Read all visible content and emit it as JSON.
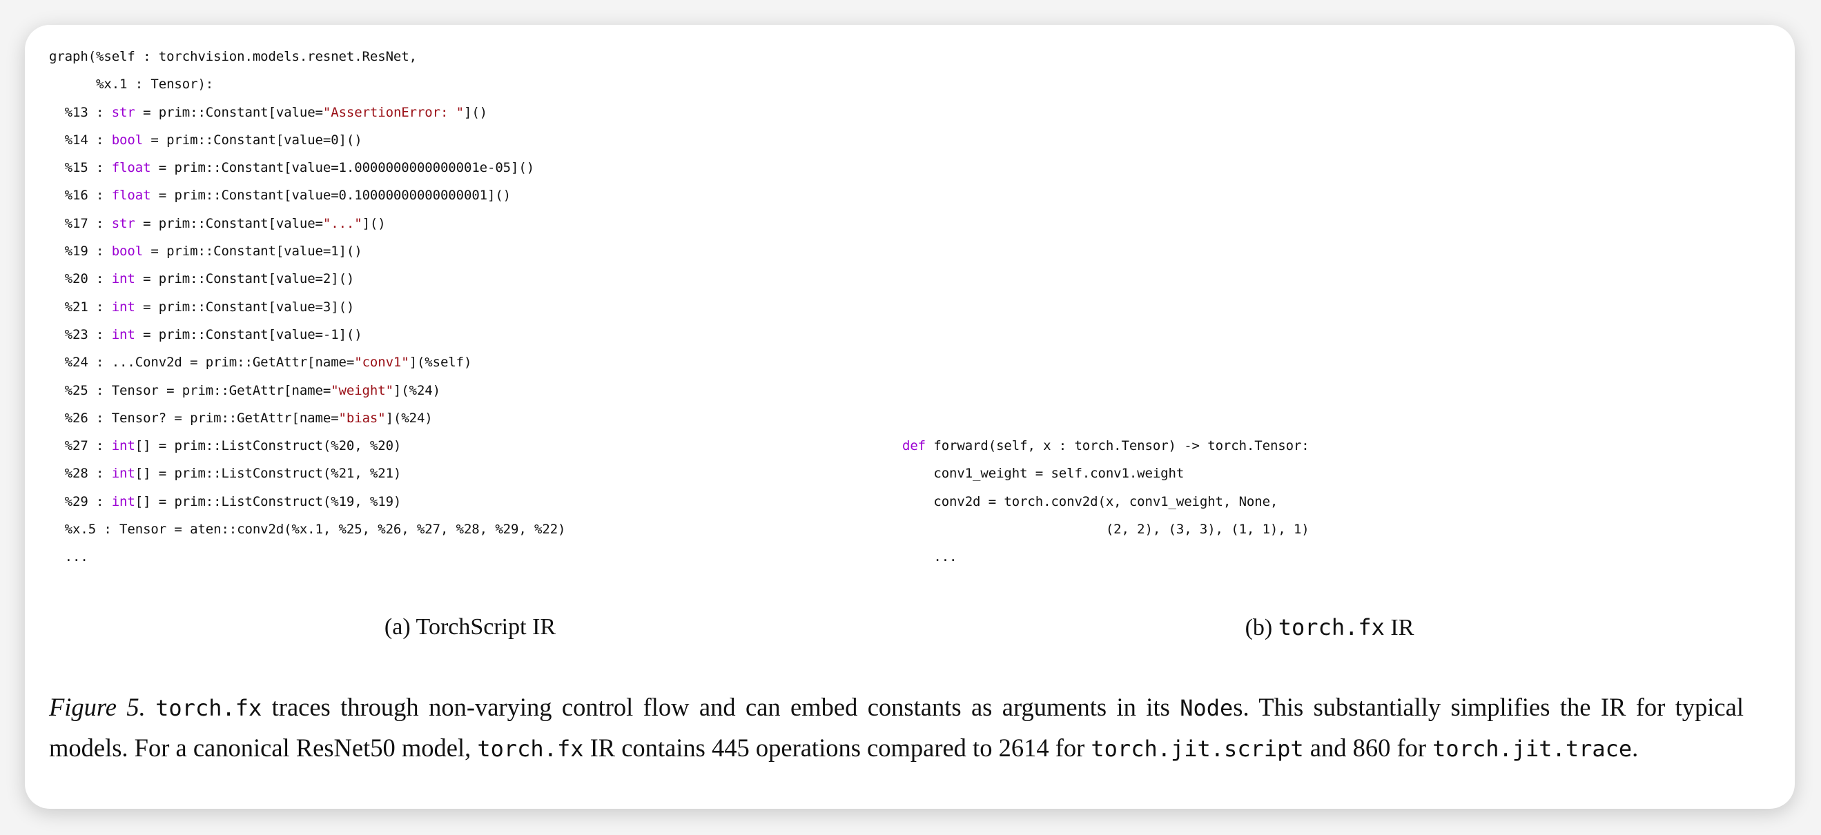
{
  "left_code": [
    [
      [
        "t",
        "graph(%self : torchvision.models.resnet.ResNet,"
      ]
    ],
    [
      [
        "t",
        "      %x.1 : Tensor):"
      ]
    ],
    [
      [
        "t",
        "  %13 : "
      ],
      [
        "k",
        "str"
      ],
      [
        "t",
        " = prim::Constant[value="
      ],
      [
        "s",
        "\"AssertionError: \""
      ],
      [
        "t",
        "]()"
      ]
    ],
    [
      [
        "t",
        "  %14 : "
      ],
      [
        "k",
        "bool"
      ],
      [
        "t",
        " = prim::Constant[value=0]()"
      ]
    ],
    [
      [
        "t",
        "  %15 : "
      ],
      [
        "k",
        "float"
      ],
      [
        "t",
        " = prim::Constant[value=1.0000000000000001e-05]()"
      ]
    ],
    [
      [
        "t",
        "  %16 : "
      ],
      [
        "k",
        "float"
      ],
      [
        "t",
        " = prim::Constant[value=0.10000000000000001]()"
      ]
    ],
    [
      [
        "t",
        "  %17 : "
      ],
      [
        "k",
        "str"
      ],
      [
        "t",
        " = prim::Constant[value="
      ],
      [
        "s",
        "\"...\""
      ],
      [
        "t",
        "]()"
      ]
    ],
    [
      [
        "t",
        "  %19 : "
      ],
      [
        "k",
        "bool"
      ],
      [
        "t",
        " = prim::Constant[value=1]()"
      ]
    ],
    [
      [
        "t",
        "  %20 : "
      ],
      [
        "k",
        "int"
      ],
      [
        "t",
        " = prim::Constant[value=2]()"
      ]
    ],
    [
      [
        "t",
        "  %21 : "
      ],
      [
        "k",
        "int"
      ],
      [
        "t",
        " = prim::Constant[value=3]()"
      ]
    ],
    [
      [
        "t",
        "  %23 : "
      ],
      [
        "k",
        "int"
      ],
      [
        "t",
        " = prim::Constant[value=-1]()"
      ]
    ],
    [
      [
        "t",
        "  %24 : ...Conv2d = prim::GetAttr[name="
      ],
      [
        "s",
        "\"conv1\""
      ],
      [
        "t",
        "](%self)"
      ]
    ],
    [
      [
        "t",
        "  %25 : Tensor = prim::GetAttr[name="
      ],
      [
        "s",
        "\"weight\""
      ],
      [
        "t",
        "](%24)"
      ]
    ],
    [
      [
        "t",
        "  %26 : Tensor? = prim::GetAttr[name="
      ],
      [
        "s",
        "\"bias\""
      ],
      [
        "t",
        "](%24)"
      ]
    ],
    [
      [
        "t",
        "  %27 : "
      ],
      [
        "k",
        "int"
      ],
      [
        "t",
        "[] = prim::ListConstruct(%20, %20)"
      ]
    ],
    [
      [
        "t",
        "  %28 : "
      ],
      [
        "k",
        "int"
      ],
      [
        "t",
        "[] = prim::ListConstruct(%21, %21)"
      ]
    ],
    [
      [
        "t",
        "  %29 : "
      ],
      [
        "k",
        "int"
      ],
      [
        "t",
        "[] = prim::ListConstruct(%19, %19)"
      ]
    ],
    [
      [
        "t",
        "  %x.5 : Tensor = aten::conv2d(%x.1, %25, %26, %27, %28, %29, %22)"
      ]
    ],
    [
      [
        "t",
        "  ..."
      ]
    ]
  ],
  "right_code": [
    [
      [
        "k",
        "def"
      ],
      [
        "t",
        " forward(self, x : torch.Tensor) -> torch.Tensor:"
      ]
    ],
    [
      [
        "t",
        "    conv1_weight = self.conv1.weight"
      ]
    ],
    [
      [
        "t",
        "    conv2d = torch.conv2d(x, conv1_weight, None,"
      ]
    ],
    [
      [
        "t",
        "                          (2, 2), (3, 3), (1, 1), 1)"
      ]
    ],
    [
      [
        "t",
        "    ..."
      ]
    ]
  ],
  "subcaption_a": {
    "label": "(a)",
    "text": "TorchScript IR"
  },
  "subcaption_b": {
    "label": "(b)",
    "code": "torch.fx",
    "text": "IR"
  },
  "caption": {
    "figure_label": "Figure 5.",
    "parts": [
      [
        "m",
        "torch.fx"
      ],
      [
        "t",
        " traces through non-varying control flow and can embed constants as arguments in its "
      ],
      [
        "m",
        "Node"
      ],
      [
        "t",
        "s.  This substantially simplifies the IR for typical models. For a canonical ResNet50 model, "
      ],
      [
        "m",
        "torch.fx"
      ],
      [
        "t",
        " IR contains 445 operations compared to 2614 for "
      ],
      [
        "m",
        "torch.jit.script"
      ],
      [
        "t",
        " and 860 for "
      ],
      [
        "m",
        "torch.jit.trace"
      ],
      [
        "t",
        "."
      ]
    ]
  }
}
